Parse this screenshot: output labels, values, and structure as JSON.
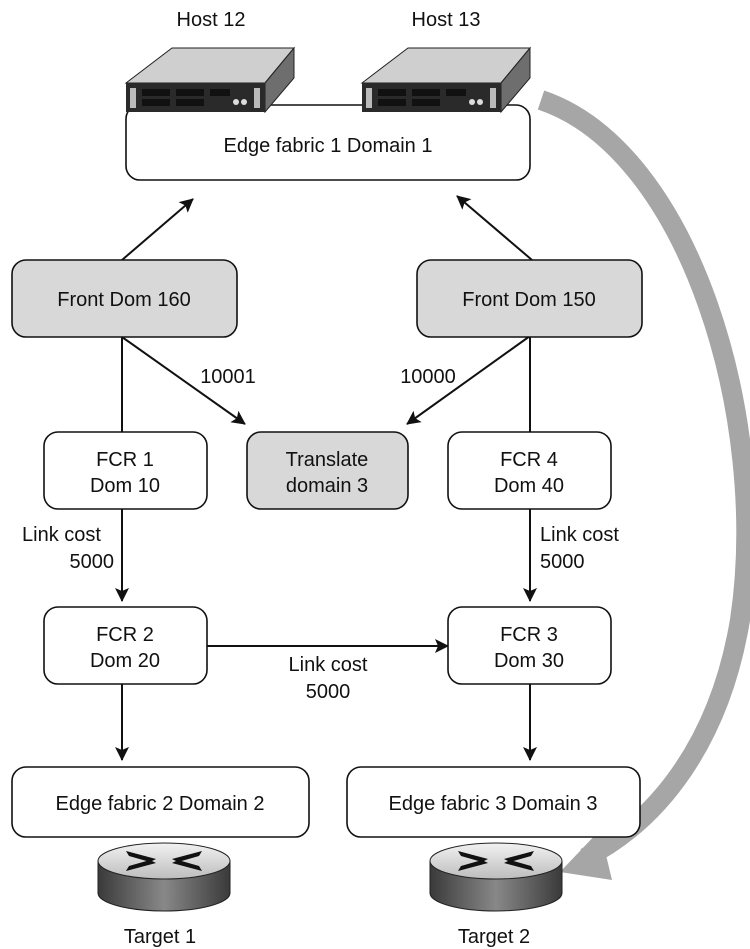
{
  "hosts": [
    {
      "label": "Host 12"
    },
    {
      "label": "Host 13"
    }
  ],
  "edge_fabrics": [
    {
      "label": "Edge fabric 1 Domain 1"
    },
    {
      "label": "Edge fabric 2 Domain 2"
    },
    {
      "label": "Edge fabric 3 Domain 3"
    }
  ],
  "front_domains": [
    {
      "label": "Front Dom 160"
    },
    {
      "label": "Front Dom 150"
    }
  ],
  "translate_domain": {
    "line1": "Translate",
    "line2": "domain 3"
  },
  "fcrs": [
    {
      "line1": "FCR 1",
      "line2": "Dom 10"
    },
    {
      "line1": "FCR 2",
      "line2": "Dom 20"
    },
    {
      "line1": "FCR 3",
      "line2": "Dom 30"
    },
    {
      "line1": "FCR 4",
      "line2": "Dom 40"
    }
  ],
  "link_labels": {
    "left_value": "10001",
    "right_value": "10000",
    "link_cost_left": {
      "line1": "Link cost",
      "line2": "5000"
    },
    "link_cost_right": {
      "line1": "Link cost",
      "line2": "5000"
    },
    "link_cost_middle": {
      "line1": "Link cost",
      "line2": "5000"
    }
  },
  "targets": [
    {
      "label": "Target 1"
    },
    {
      "label": "Target 2"
    }
  ],
  "colors": {
    "gray_node": "#d8d8d8",
    "route_arrow": "#a6a6a6",
    "line": "#111111"
  }
}
